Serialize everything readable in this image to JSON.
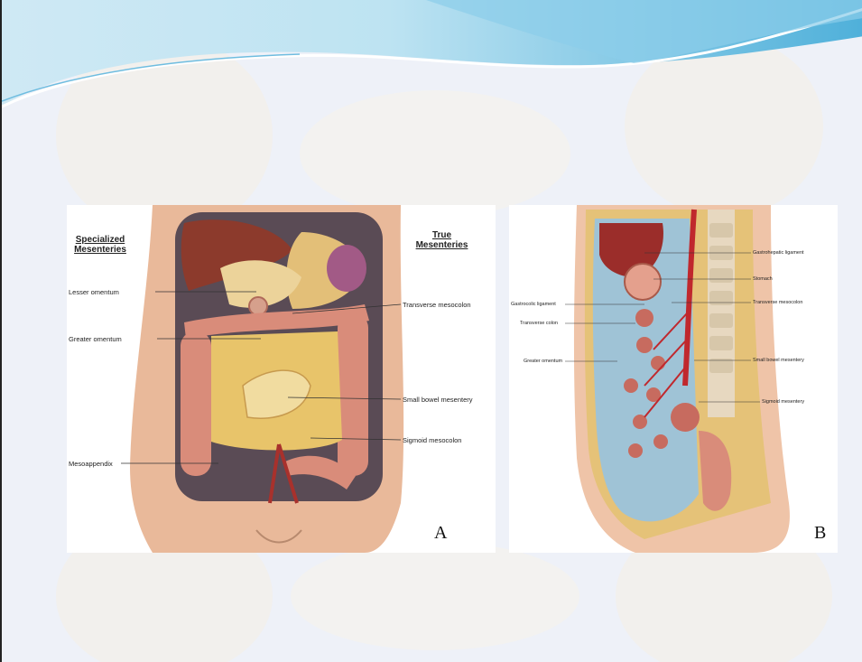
{
  "colors": {
    "slide_bg": "#eef1f8",
    "wave_light": "#c6e7f3",
    "wave_dark": "#5fb7dc",
    "skin": "#e9b99a",
    "omentum": "#e8c46a",
    "colon": "#d98c7a",
    "peritoneal_cavity": "#9fc3d6",
    "vessel": "#c0282d"
  },
  "panel_a": {
    "header_left": {
      "line1": "Specialized",
      "line2": "Mesenteries"
    },
    "header_right": {
      "line1": "True",
      "line2": "Mesenteries"
    },
    "labels": {
      "lesser_omentum": "Lesser omentum",
      "greater_omentum": "Greater omentum",
      "mesoappendix": "Mesoappendix",
      "transverse_mesocolon": "Transverse mesocolon",
      "small_bowel_mesentery": "Small bowel mesentery",
      "sigmoid_mesocolon": "Sigmoid mesocolon"
    },
    "letter": "A"
  },
  "panel_b": {
    "labels": {
      "gastrohepatic_ligament": "Gastrohepatic ligament",
      "stomach": "Stomach",
      "transverse_mesocolon": "Transverse mesocolon",
      "small_bowel_mesentery": "Small bowel mesentery",
      "sigmoid_mesentery": "Sigmoid mesentery",
      "gastrocolic_ligament": "Gastrocolic ligament",
      "transverse_colon": "Transverse colon",
      "greater_omentum": "Greater omentum"
    },
    "letter": "B"
  }
}
